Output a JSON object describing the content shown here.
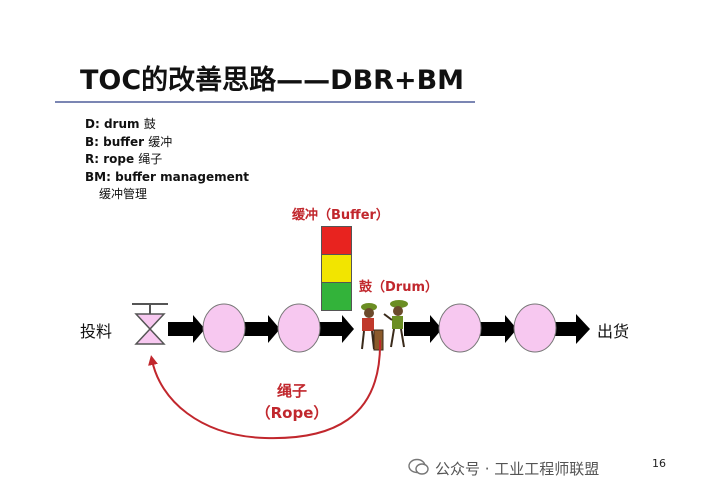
{
  "title": "TOC的改善思路——DBR+BM",
  "legend": [
    {
      "key": "D: drum",
      "cn": "鼓"
    },
    {
      "key": "B: buffer",
      "cn": "缓冲"
    },
    {
      "key": "R: rope",
      "cn": "绳子"
    },
    {
      "key": "BM: buffer management",
      "cn": ""
    }
  ],
  "legend_bm_cn": "缓冲管理",
  "input_label": "投料",
  "output_label": "出货",
  "buffer_label": "缓冲（Buffer）",
  "drum_label": "鼓（Drum）",
  "rope_label_cn": "绳子",
  "rope_label_en": "（Rope）",
  "buffer_levels": [
    "#e8231f",
    "#f2e500",
    "#33b33a"
  ],
  "colors": {
    "accent_red": "#c1272d",
    "process_fill": "#f7c8f0",
    "arrow": "#000000"
  },
  "page_number": "16",
  "watermark": "公众号 · 工业工程师联盟",
  "icons": [
    "valve-icon",
    "drummer-icon",
    "wechat-icon"
  ]
}
